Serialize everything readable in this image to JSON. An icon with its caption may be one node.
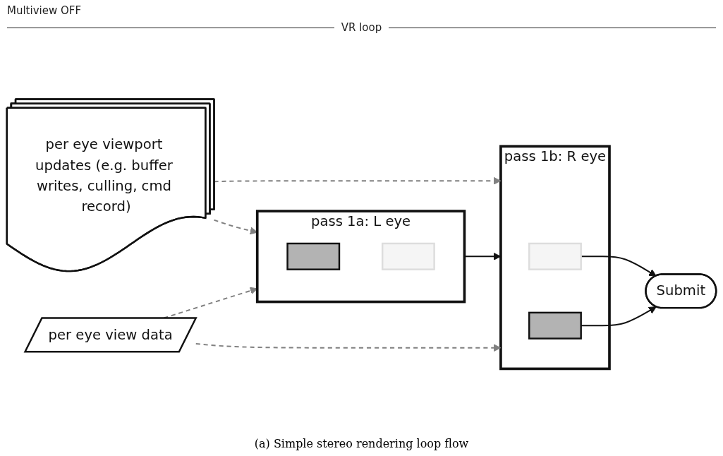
{
  "diagram": {
    "caption": "(a) Simple stereo rendering loop flow",
    "nodes": [
      {
        "text": [
          "per eye viewport updates (e.g. buffer writes, culling, cmd record)"
        ]
      },
      {
        "text": [
          "per eye view data"
        ]
      },
      {
        "text": [
          "pass 1a: L eye"
        ]
      },
      {
        "text": [],
        "shape": "box",
        "in": 2
      },
      {
        "text": [],
        "shape": "box",
        "in": 2
      },
      {
        "text": [
          "pass 1b: R eye"
        ]
      },
      {
        "text": [],
        "shape": "box",
        "in": 5
      },
      {
        "text": [],
        "shape": "box",
        "in": 5
      },
      {
        "text": [
          "Submit"
        ]
      }
    ],
    "edges": [
      {
        "from": 0,
        "to": 5,
        "arrow": "to",
        "style": "dashed",
        "color": "#808080"
      },
      {
        "from": 0,
        "to": 2,
        "arrow": "to",
        "style": "dashed",
        "color": "#808080"
      },
      {
        "from": 1,
        "to": 2,
        "arrow": "to",
        "style": "dashed",
        "color": "#808080"
      },
      {
        "from": 1,
        "to": 5,
        "arrow": "to",
        "style": "dashed",
        "color": "#808080"
      },
      {
        "from": 2,
        "to": 5,
        "arrow": "to",
        "color": "#111111"
      },
      {
        "from": 6,
        "to": 8,
        "arrow": "to",
        "color": "#111111"
      },
      {
        "from": 7,
        "to": 8,
        "arrow": "to",
        "color": "#111111"
      }
    ],
    "labels": [
      "Multiview OFF",
      "VR loop"
    ]
  }
}
